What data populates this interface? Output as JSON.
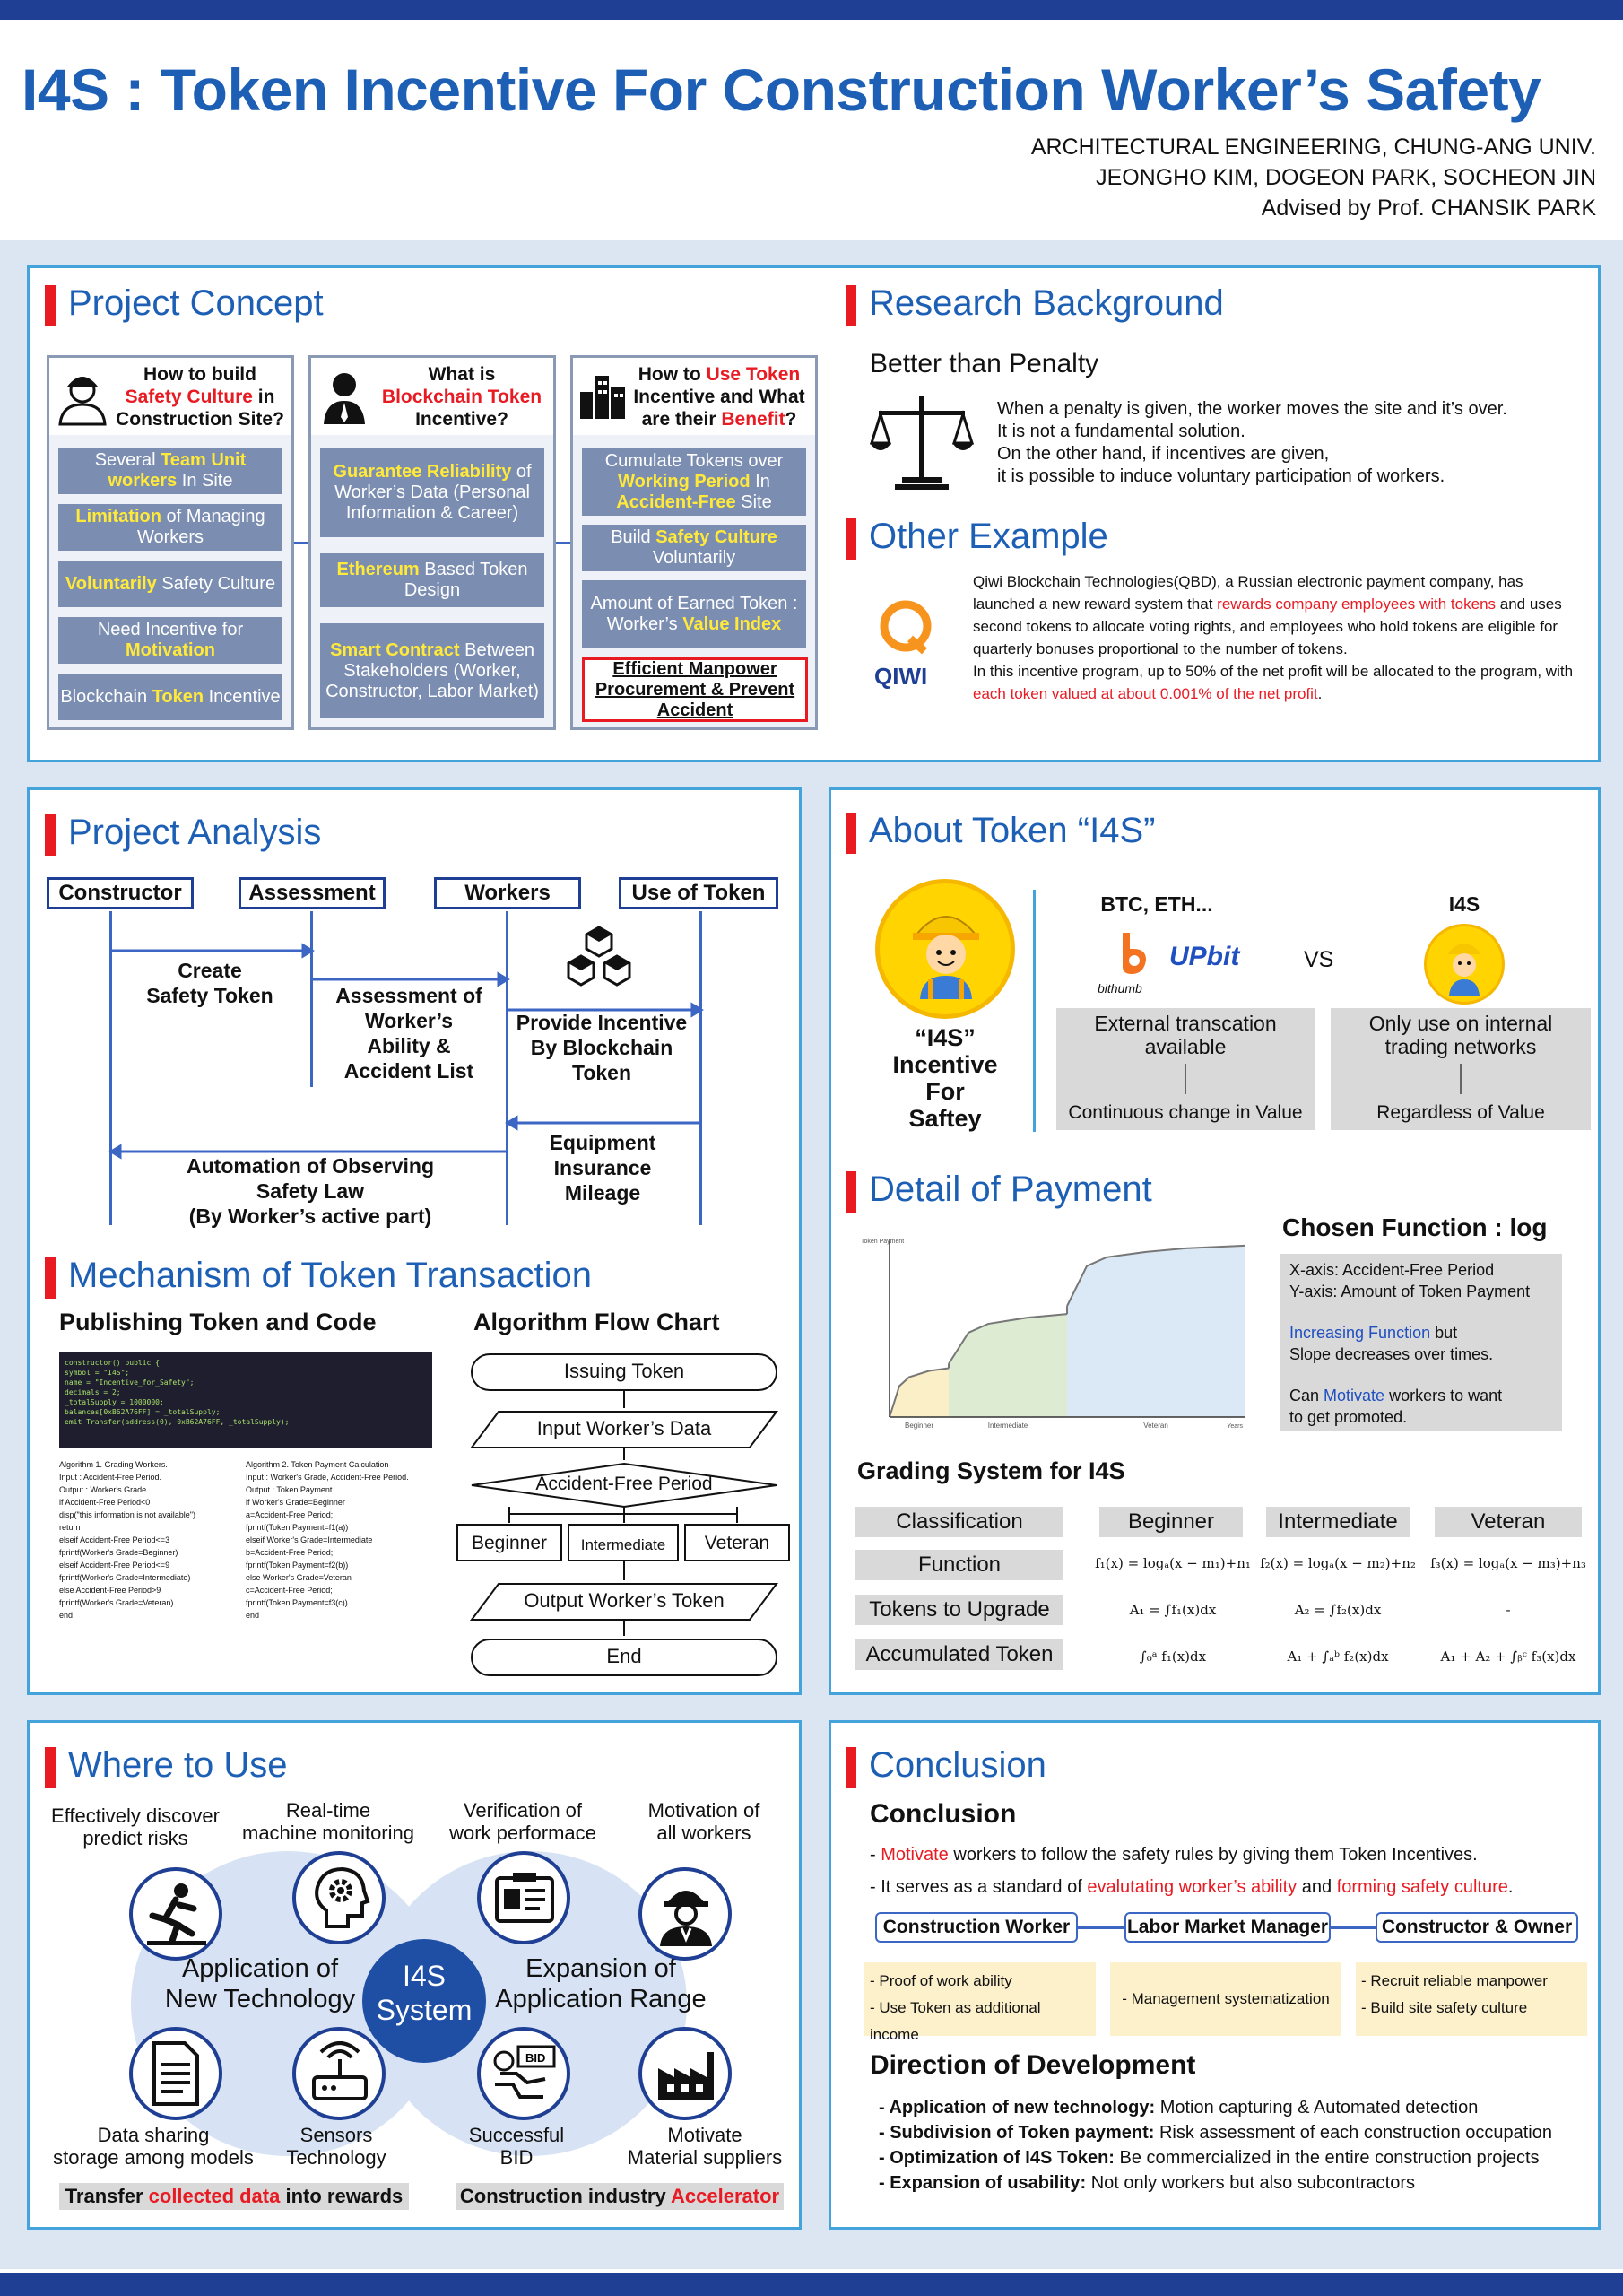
{
  "header": {
    "title": "I4S : Token Incentive For Construction Worker’s Safety",
    "dept": "ARCHITECTURAL ENGINEERING, CHUNG-ANG UNIV.",
    "authors": "JEONGHO KIM, DOGEON PARK, SOCHEON JIN",
    "advisor": "Advised by Prof. CHANSIK PARK"
  },
  "concept": {
    "title": "Project Concept",
    "col1": {
      "head_a": "How to build",
      "head_b": "Safety Culture",
      "head_c": " in Construction Site?",
      "items": [
        [
          "Several ",
          "Team Unit workers",
          " In Site"
        ],
        [
          "",
          "Limitation",
          " of Managing Workers"
        ],
        [
          "",
          "Voluntarily",
          " Safety Culture"
        ],
        [
          "Need Incentive for ",
          "Motivation",
          ""
        ],
        [
          "Blockchain ",
          "Token",
          " Incentive"
        ]
      ]
    },
    "col2": {
      "head_a": "What is",
      "head_b": "Blockchain Token",
      "head_c": "Incentive?",
      "items": [
        [
          "",
          "Guarantee Reliability",
          " of Worker’s Data (Personal Information & Career)"
        ],
        [
          "",
          "Ethereum",
          " Based Token Design"
        ],
        [
          "",
          "Smart Contract",
          " Between Stakeholders (Worker, Constructor, Labor Market)"
        ]
      ]
    },
    "col3": {
      "head_a": "How to ",
      "head_b": "Use Token",
      "head_c": " Incentive and What are their ",
      "head_d": "Benefit",
      "head_e": "?",
      "items": [
        [
          "Cumulate Tokens over ",
          "Working Period",
          " In ",
          "Accident-Free",
          " Site"
        ],
        [
          "Build ",
          "Safety Culture",
          " Voluntarily"
        ],
        [
          "Amount of Earned Token : Worker’s ",
          "Value Index",
          ""
        ]
      ],
      "final": "Efficient Manpower Procurement & Prevent Accident"
    }
  },
  "background": {
    "title": "Research Background",
    "subtitle": "Better than Penalty",
    "text": "When a penalty is given, the worker moves the site and it’s over.\nIt is not a fundamental solution.\nOn the other hand,  if incentives are given,\nit is possible to induce voluntary participation of workers."
  },
  "other": {
    "title": "Other Example",
    "logo_text": "QIWI",
    "p1": "Qiwi Blockchain Technologies(QBD), a Russian electronic payment company, has launched a new reward system that ",
    "p1_red": "rewards company employees with tokens",
    "p1_b": " and uses second tokens to allocate voting rights, and employees who hold tokens are eligible for quarterly bonuses proportional to the number of tokens.",
    "p2": "In this incentive program, up to 50% of the net profit will be allocated to the program, with ",
    "p2_red": "each token valued at about 0.001% of the net profit",
    "p2_b": "."
  },
  "analysis": {
    "title": "Project Analysis",
    "actors": [
      "Constructor",
      "Assessment",
      "Workers",
      "Use of Token"
    ],
    "l1": "Create\nSafety Token",
    "l2": "Assessment of\nWorker’s\nAbility &\nAccident List",
    "l3": "Provide Incentive\nBy Blockchain\nToken",
    "l4": "Equipment\nInsurance\nMileage",
    "l5": "Automation of Observing\nSafety Law\n(By Worker’s active part)"
  },
  "mechanism": {
    "title": "Mechanism of Token Transaction",
    "left_title": "Publishing Token and Code",
    "right_title": "Algorithm Flow Chart",
    "code_lines": "constructor() public {\n  symbol = \"I4S\";\n  name = \"Incentive_for_Safety\";\n  decimals = 2;\n  _totalSupply = 1000000;\n  balances[0xB62A76FF] = _totalSupply;\n  emit Transfer(address(0), 0xB62A76FF, _totalSupply);",
    "algo1": "Algorithm 1. Grading Workers.\nInput : Accident-Free Period.\nOutput : Worker's Grade.\n  if Accident-Free Period<0\n    disp(\"this information is not available\")\n    return\n  elseif Accident-Free Period<=3\n    fprintf(Worker's Grade=Beginner)\n  elseif Accident-Free Period<=9\n    fprintf(Worker's Grade=Intermediate)\n  else Accident-Free Period>9\n    fprintf(Worker's Grade=Veteran)\n  end",
    "algo2": "Algorithm 2. Token Payment Calculation\nInput : Worker's Grade, Accident-Free Period.\nOutput : Token Payment\n  if Worker's Grade=Beginner\n    a=Accident-Free Period;\n    fprintf(Token Payment=f1(a))\n  elseif Worker's Grade=Intermediate\n    b=Accident-Free Period;\n    fprintf(Token Payment=f2(b))\n  else Worker's Grade=Veteran\n    c=Accident-Free Period;\n    fprintf(Token Payment=f3(c))\n  end",
    "flow": {
      "start": "Issuing Token",
      "input": "Input Worker’s Data",
      "decision": "Accident-Free Period",
      "grades": [
        "Beginner",
        "Intermediate",
        "Veteran"
      ],
      "output": "Output Worker’s Token",
      "end": "End"
    }
  },
  "about": {
    "title": "About Token “I4S”",
    "caption": "“I4S”\nIncentive\nFor\nSaftey",
    "left_head": "BTC, ETH...",
    "bithumb": "bithumb",
    "upbit": "UPbit",
    "vs": "VS",
    "right_head": "I4S",
    "left_a": "External transcation\navailable",
    "left_b": "Continuous change in Value",
    "right_a": "Only use on internal\ntrading networks",
    "right_b": "Regardless of Value"
  },
  "payment": {
    "title": "Detail of Payment",
    "func_title": "Chosen Function : log",
    "info1": "X-axis: Accident-Free Period\nY-axis: Amount of Token Payment",
    "info2a": "Increasing Function",
    "info2b": " but\nSlope decreases over times.",
    "info3a": "Can ",
    "info3b": "Motivate",
    "info3c": " workers to want\nto get promoted.",
    "grading_title": "Grading System for I4S",
    "rows": [
      "Classification",
      "Function",
      "Tokens to Upgrade",
      "Accumulated Token"
    ],
    "grades": [
      "Beginner",
      "Intermediate",
      "Veteran"
    ],
    "functions": [
      "f₁(x) = logₐ(x − m₁)+n₁",
      "f₂(x) = logₐ(x − m₂)+n₂",
      "f₃(x) = logₐ(x − m₃)+n₃"
    ],
    "upgrade": [
      "A₁ = ∫f₁(x)dx",
      "A₂ = ∫f₂(x)dx",
      "-"
    ],
    "accum": [
      "∫₀ᵃ f₁(x)dx",
      "A₁ + ∫ₐᵇ f₂(x)dx",
      "A₁ + A₂ + ∫ᵦᶜ f₃(x)dx"
    ],
    "chart_labels": {
      "y": "Token\nPayment",
      "x": "Years",
      "zones": [
        "Beginner",
        "Intermediate",
        "Veteran"
      ]
    }
  },
  "chart_data": {
    "type": "area",
    "title": "",
    "xlabel": "Years",
    "ylabel": "Token Payment",
    "series": [
      {
        "name": "Beginner",
        "x": [
          0,
          0.5,
          1,
          2,
          3
        ],
        "y": [
          0,
          35,
          45,
          52,
          55
        ]
      },
      {
        "name": "Intermediate",
        "x": [
          3,
          4,
          5,
          7,
          9
        ],
        "y": [
          60,
          95,
          105,
          112,
          116
        ]
      },
      {
        "name": "Veteran",
        "x": [
          9,
          10,
          11,
          13,
          15,
          18
        ],
        "y": [
          125,
          170,
          180,
          186,
          190,
          193
        ]
      }
    ]
  },
  "where": {
    "title": "Where to Use",
    "center": "I4S\nSystem",
    "left_oval": "Application of\nNew Technology",
    "right_oval": "Expansion of\nApplication Range",
    "top": [
      "Effectively discover\npredict risks",
      "Real-time\nmachine monitoring",
      "Verification of\nwork performace",
      "Motivation of\nall workers"
    ],
    "bottom": [
      "Data sharing\nstorage among models",
      "Sensors\nTechnology",
      "Successful\nBID",
      "Motivate\nMaterial suppliers"
    ],
    "foot_left_a": "Transfer ",
    "foot_left_b": "collected data",
    "foot_left_c": " into rewards",
    "foot_right_a": "Construction industry ",
    "foot_right_b": "Accelerator",
    "bid": "BID"
  },
  "conclusion": {
    "title": "Conclusion",
    "sub": "Conclusion",
    "b1a": "- ",
    "b1b": "Motivate",
    "b1c": " workers to follow the safety rules by giving them Token Incentives.",
    "b2a": "- It serves as a standard of ",
    "b2b": "evalutating worker’s ability",
    "b2c": " and ",
    "b2d": "forming safety culture",
    "b2e": ".",
    "roles": [
      "Construction Worker",
      "Labor Market Manager",
      "Constructor & Owner"
    ],
    "role1": [
      "- Proof of work ability",
      "- Use Token as additional income"
    ],
    "role2": [
      "- Management systematization"
    ],
    "role3": [
      "- Recruit reliable manpower",
      "- Build site safety culture"
    ],
    "dev_title": "Direction of Development",
    "dev": [
      [
        "- Application of new technology: ",
        "Motion capturing & Automated detection"
      ],
      [
        "- Subdivision of Token payment: ",
        "Risk assessment of each construction occupation"
      ],
      [
        "- Optimization of I4S Token: ",
        "Be commercialized in the entire construction projects"
      ],
      [
        "- Expansion of usability: ",
        "Not only workers but also subcontractors"
      ]
    ]
  }
}
